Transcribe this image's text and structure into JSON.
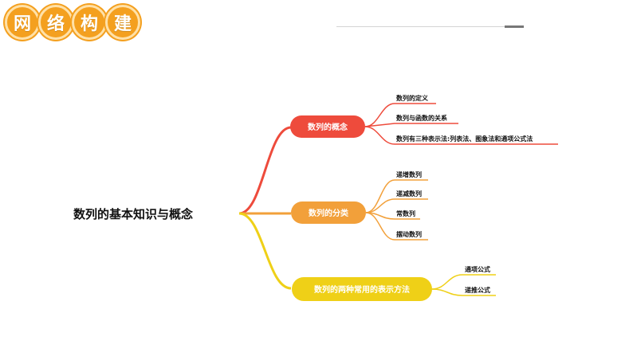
{
  "header": {
    "badge_chars": [
      "网",
      "络",
      "构",
      "建"
    ]
  },
  "colors": {
    "badge": "#f4a01f",
    "branch_red": "#ee4b3c",
    "branch_orange": "#f2a03a",
    "branch_yellow": "#efd017"
  },
  "mindmap": {
    "root": "数列的基本知识与概念",
    "branches": [
      {
        "label": "数列的概念",
        "color": "#ee4b3c",
        "children": [
          "数列的定义",
          "数列与函数的关系",
          "数列有三种表示法:列表法、图象法和通项公式法"
        ]
      },
      {
        "label": "数列的分类",
        "color": "#f2a03a",
        "children": [
          "递增数列",
          "递减数列",
          "常数列",
          "摆动数列"
        ]
      },
      {
        "label": "数列的两种常用的表示方法",
        "color": "#efd017",
        "children": [
          "通项公式",
          "递推公式"
        ]
      }
    ]
  }
}
